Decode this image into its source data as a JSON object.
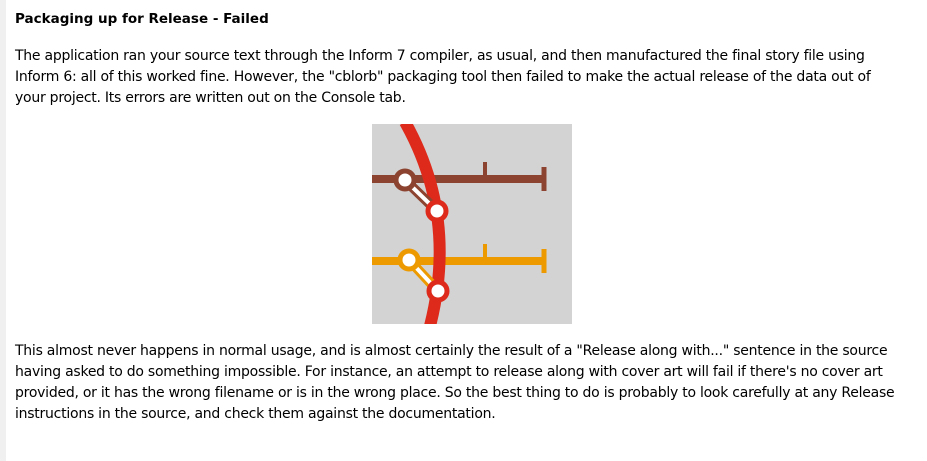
{
  "heading": "Packaging up for Release - Failed",
  "paragraph1": {
    "lines": [
      "The application ran your source text through the Inform 7 compiler, as usual, and then manufactured the final story file using",
      "Inform 6: all of this worked fine. However, the \"cblorb\" packaging tool then failed to make the actual release of the data out of",
      "your project. Its errors are written out on the Console tab."
    ]
  },
  "paragraph2": {
    "lines": [
      "This almost never happens in normal usage, and is almost certainly the result of a \"Release along with...\" sentence in the source",
      "having asked to do something impossible. For instance, an attempt to release along with cover art will fail if there's no cover art",
      "provided, or it has the wrong filename or is in the wrong place. So the best thing to do is probably to look carefully at any Release",
      "instructions in the source, and check them against the documentation."
    ]
  },
  "illustration": {
    "icon": "transit-map-icon",
    "colors": {
      "background": "#d3d3d3",
      "red_line": "#dd2a1b",
      "brown_line": "#8c4430",
      "orange_line": "#ec9a00",
      "station_fill": "#ffffff"
    }
  }
}
